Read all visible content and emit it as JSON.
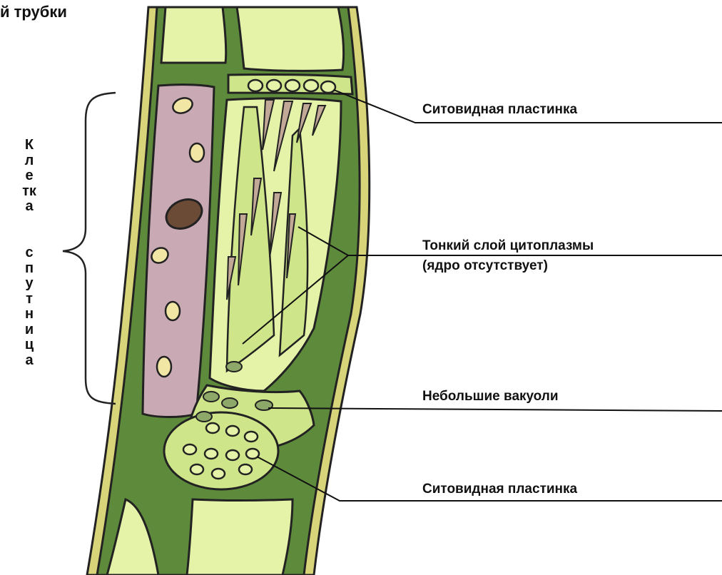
{
  "title": "й трубки",
  "side_label": {
    "word1": "Клетка",
    "word2": "спутница"
  },
  "labels": {
    "sieve_plate_top": "Ситовидная пластинка",
    "cytoplasm_line1": "Тонкий слой цитоплазмы",
    "cytoplasm_line2": "(ядро отсутствует)",
    "vacuoles": "Небольшие вакуоли",
    "sieve_plate_bottom": "Ситовидная пластинка"
  },
  "colors": {
    "outer_wall": "#d8d47a",
    "dark_green": "#5e8a3c",
    "light_green": "#e4f3a8",
    "mid_green": "#cfe58a",
    "companion_cell": "#c9a9b4",
    "nucleus": "#6b4a36",
    "plastid": "#f2e6a4",
    "strand": "#c2a896"
  }
}
